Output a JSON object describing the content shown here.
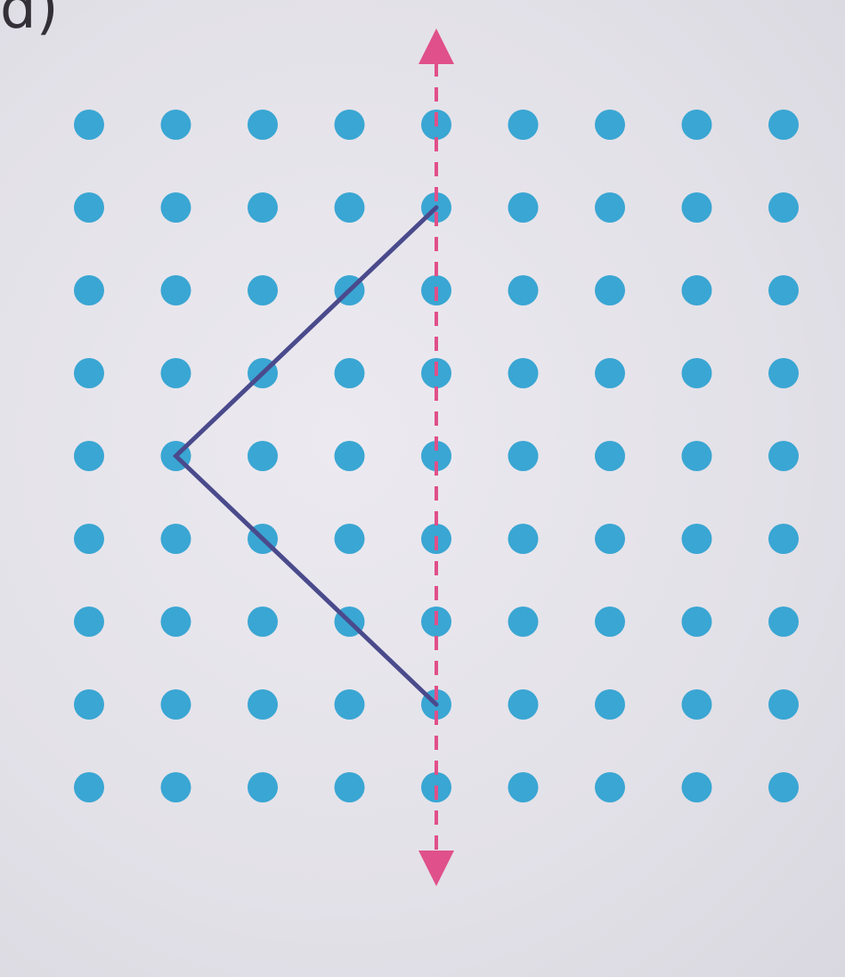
{
  "label": "d)",
  "grid": {
    "rows": 9,
    "cols": 9
  },
  "shape": {
    "description_points_grid": [
      [
        4,
        1
      ],
      [
        1,
        4
      ],
      [
        4,
        7
      ]
    ]
  },
  "mirror_line": {
    "column": 4,
    "style": "dashed",
    "arrows": "both"
  },
  "colors": {
    "dot": "#3aa6d3",
    "shape": "#4a4a8c",
    "mirror": "#e0508a"
  }
}
